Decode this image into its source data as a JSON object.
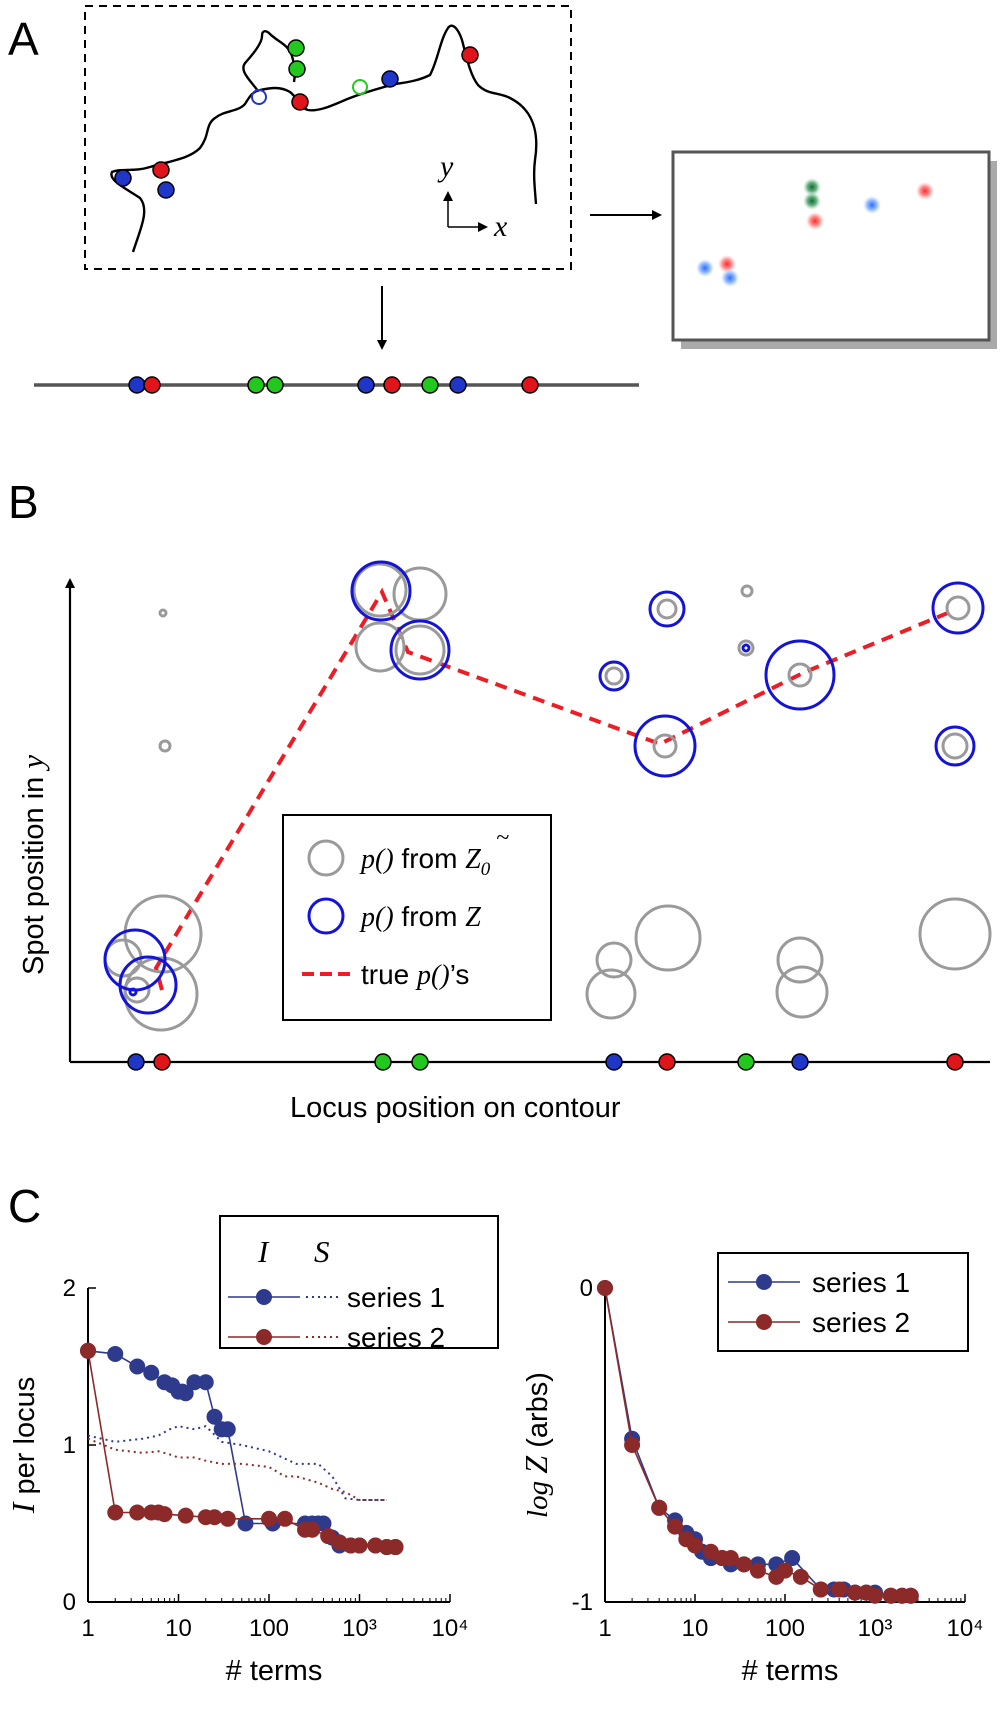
{
  "colors": {
    "blue_dot": "#1f36c9",
    "red_dot": "#e0141b",
    "green_dot": "#23c81f",
    "gray_ring": "#9a9a9a",
    "blue_ring": "#1414d6",
    "true_path": "#ee1c24",
    "series1": "#2e3a8c",
    "series2": "#8c2a2a"
  },
  "panelA": {
    "label": "A",
    "axis_y": "y",
    "axis_x": "x"
  },
  "panelB": {
    "label": "B",
    "ylabel_prefix": "Spot position in ",
    "ylabel_var": "y",
    "xlabel": "Locus position on contour",
    "legend": {
      "gray": {
        "func": "p()",
        "word": " from ",
        "var": "Z",
        "sub": "0"
      },
      "blue": {
        "func": "p()",
        "word": " from ",
        "var": "Z"
      },
      "dash": {
        "prefix": "true ",
        "func": "p()",
        "suffix": "’s"
      }
    }
  },
  "chart_data": [
    {
      "type": "line",
      "panel": "C-left",
      "label": "C",
      "xlabel": "# terms",
      "ylabel_var": "I",
      "ylabel_rest": " per locus",
      "xscale": "log",
      "xlim": [
        1,
        10000
      ],
      "ylim": [
        0,
        2
      ],
      "xticks": [
        "1",
        "10",
        "100",
        "10³",
        "10⁴"
      ],
      "yticks": [
        "0",
        "1",
        "2"
      ],
      "legend_header": [
        "I",
        "S"
      ],
      "series": [
        {
          "name": "series 1",
          "I": {
            "x": [
              1,
              2,
              3.5,
              5,
              7,
              8.5,
              10,
              11,
              12,
              15,
              20,
              25,
              30,
              35,
              55,
              110,
              250,
              300,
              350,
              400,
              500,
              600,
              800,
              1000,
              1500,
              2000,
              2500
            ],
            "y": [
              1.6,
              1.58,
              1.5,
              1.46,
              1.4,
              1.38,
              1.34,
              1.34,
              1.33,
              1.4,
              1.4,
              1.18,
              1.1,
              1.1,
              0.5,
              0.5,
              0.5,
              0.5,
              0.5,
              0.5,
              0.41,
              0.36,
              0.36,
              0.36,
              0.36,
              0.35,
              0.35
            ]
          },
          "S": {
            "x": [
              1,
              2,
              4,
              6,
              8,
              10,
              15,
              20,
              30,
              50,
              100,
              200,
              350,
              500,
              700,
              1000,
              2000
            ],
            "y": [
              1.06,
              1.02,
              1.04,
              1.06,
              1.1,
              1.12,
              1.1,
              1.12,
              1.02,
              1.0,
              0.96,
              0.88,
              0.88,
              0.8,
              0.66,
              0.65,
              0.65
            ]
          }
        },
        {
          "name": "series 2",
          "I": {
            "x": [
              1,
              2,
              3.5,
              5,
              6,
              7,
              12,
              20,
              25,
              35,
              100,
              150,
              250,
              300,
              450,
              600,
              800,
              1000,
              1500,
              2000,
              2500
            ],
            "y": [
              1.6,
              0.57,
              0.57,
              0.57,
              0.57,
              0.56,
              0.55,
              0.54,
              0.54,
              0.53,
              0.53,
              0.53,
              0.46,
              0.46,
              0.42,
              0.38,
              0.36,
              0.36,
              0.36,
              0.35,
              0.35
            ]
          },
          "S": {
            "x": [
              1,
              2,
              4,
              6,
              8,
              10,
              15,
              20,
              30,
              50,
              100,
              150,
              200,
              350,
              500,
              700,
              1000,
              2000
            ],
            "y": [
              1.04,
              0.97,
              0.95,
              0.96,
              0.94,
              0.92,
              0.92,
              0.9,
              0.88,
              0.88,
              0.86,
              0.8,
              0.8,
              0.76,
              0.72,
              0.7,
              0.65,
              0.65
            ]
          }
        }
      ]
    },
    {
      "type": "line",
      "panel": "C-right",
      "xlabel": "# terms",
      "ylabel_fn": "log ",
      "ylabel_var": "Z",
      "ylabel_rest": " (arbs)",
      "xscale": "log",
      "xlim": [
        1,
        10000
      ],
      "ylim": [
        -1,
        0
      ],
      "xticks": [
        "1",
        "10",
        "100",
        "10³",
        "10⁴"
      ],
      "yticks": [
        "-1",
        "0"
      ],
      "series": [
        {
          "name": "series 1",
          "x": [
            1,
            2,
            4,
            6,
            8,
            10,
            12,
            15,
            20,
            25,
            35,
            50,
            80,
            120,
            250,
            350,
            450,
            600,
            800,
            1000,
            1500,
            2000,
            2500
          ],
          "y": [
            0,
            -0.48,
            -0.7,
            -0.74,
            -0.78,
            -0.8,
            -0.84,
            -0.86,
            -0.86,
            -0.88,
            -0.88,
            -0.88,
            -0.88,
            -0.86,
            -0.96,
            -0.96,
            -0.96,
            -0.97,
            -0.97,
            -0.97,
            -0.98,
            -0.98,
            -0.98
          ]
        },
        {
          "name": "series 2",
          "x": [
            1,
            2,
            4,
            6,
            8,
            10,
            15,
            20,
            25,
            35,
            50,
            80,
            100,
            150,
            250,
            400,
            600,
            800,
            1000,
            1500,
            2000,
            2500
          ],
          "y": [
            0,
            -0.5,
            -0.7,
            -0.76,
            -0.8,
            -0.82,
            -0.84,
            -0.86,
            -0.86,
            -0.88,
            -0.9,
            -0.92,
            -0.9,
            -0.92,
            -0.96,
            -0.96,
            -0.97,
            -0.97,
            -0.98,
            -0.98,
            -0.98,
            -0.98
          ]
        }
      ]
    }
  ]
}
